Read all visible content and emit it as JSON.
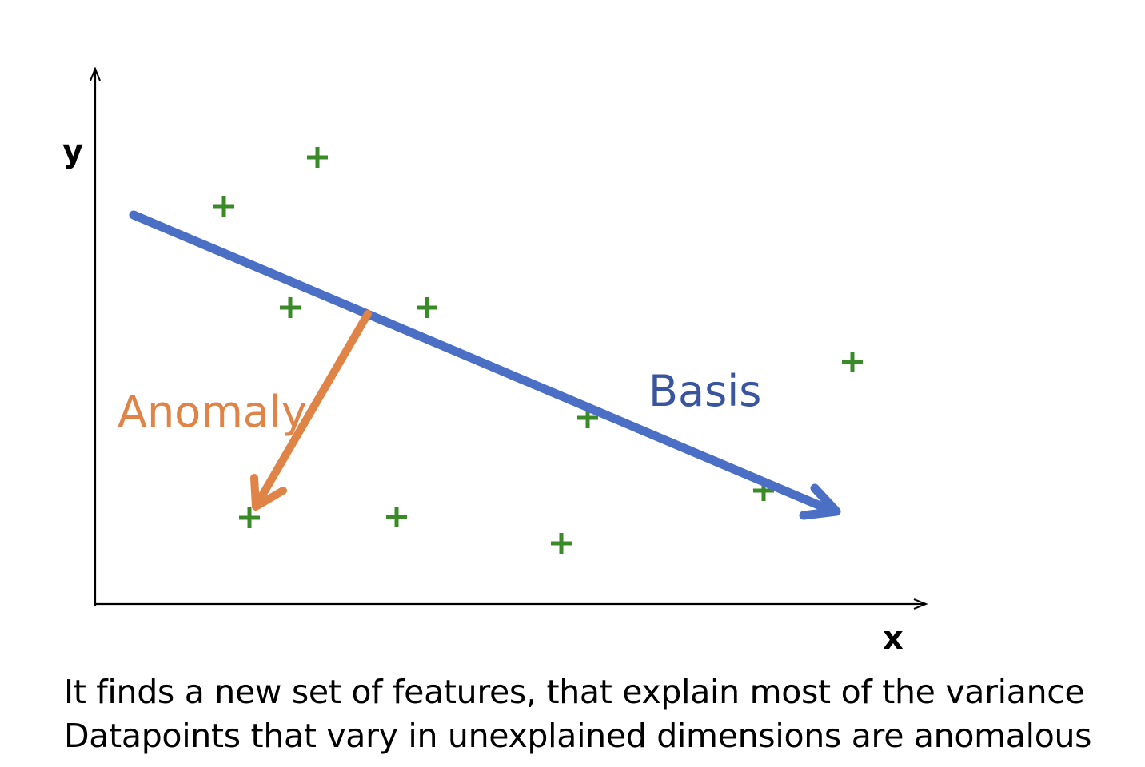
{
  "axes": {
    "x_label": "x",
    "y_label": "y"
  },
  "basis": {
    "label": "Basis",
    "color": "#4a6fc4",
    "label_color": "#3a55a0"
  },
  "anomaly": {
    "label": "Anomaly",
    "color": "#e08346"
  },
  "points": {
    "color": "#3a8a28",
    "count": 10
  },
  "caption": {
    "line1": "It finds a new set of features, that explain most of the variance",
    "line2": "Datapoints that vary in unexplained dimensions are anomalous"
  }
}
